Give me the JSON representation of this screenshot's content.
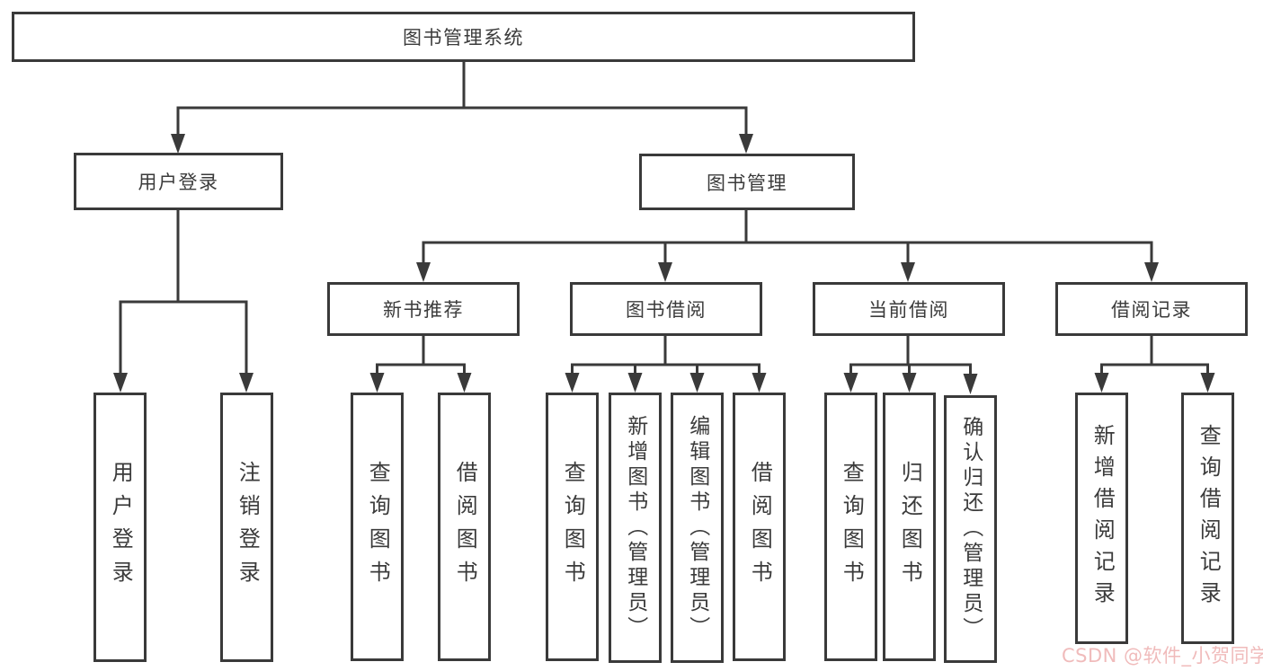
{
  "diagram": {
    "title": "图书管理系统",
    "nodes": {
      "root": {
        "label": "图书管理系统"
      },
      "user_login": {
        "label": "用户登录"
      },
      "book_mgmt": {
        "label": "图书管理"
      },
      "new_book_rec": {
        "label": "新书推荐"
      },
      "book_borrow": {
        "label": "图书借阅"
      },
      "current_borrow": {
        "label": "当前借阅"
      },
      "borrow_record": {
        "label": "借阅记录"
      },
      "leaf_user_login": {
        "label": "用户登录"
      },
      "leaf_logout": {
        "label": "注销登录"
      },
      "leaf_nbr_query": {
        "label": "查询图书"
      },
      "leaf_nbr_borrow": {
        "label": "借阅图书"
      },
      "leaf_bb_query": {
        "label": "查询图书"
      },
      "leaf_bb_add": {
        "label": "新增图书（管理员）"
      },
      "leaf_bb_edit": {
        "label": "编辑图书（管理员）"
      },
      "leaf_bb_borrow": {
        "label": "借阅图书"
      },
      "leaf_cb_query": {
        "label": "查询图书"
      },
      "leaf_cb_return": {
        "label": "归还图书"
      },
      "leaf_cb_confirm": {
        "label": "确认归还（管理员）"
      },
      "leaf_br_add": {
        "label": "新增借阅记录"
      },
      "leaf_br_query": {
        "label": "查询借阅记录"
      }
    },
    "hierarchy": {
      "图书管理系统": [
        "用户登录",
        "图书管理"
      ],
      "用户登录": [
        "用户登录",
        "注销登录"
      ],
      "图书管理": [
        "新书推荐",
        "图书借阅",
        "当前借阅",
        "借阅记录"
      ],
      "新书推荐": [
        "查询图书",
        "借阅图书"
      ],
      "图书借阅": [
        "查询图书",
        "新增图书（管理员）",
        "编辑图书（管理员）",
        "借阅图书"
      ],
      "当前借阅": [
        "查询图书",
        "归还图书",
        "确认归还（管理员）"
      ],
      "借阅记录": [
        "新增借阅记录",
        "查询借阅记录"
      ]
    },
    "colors": {
      "line": "#3a3a3a",
      "box_border": "#3a3a3a",
      "text": "#3b3b3b",
      "background": "#ffffff",
      "watermark": "#efb6b6"
    }
  },
  "watermark": {
    "text": "CSDN @软件_小贺同学"
  }
}
